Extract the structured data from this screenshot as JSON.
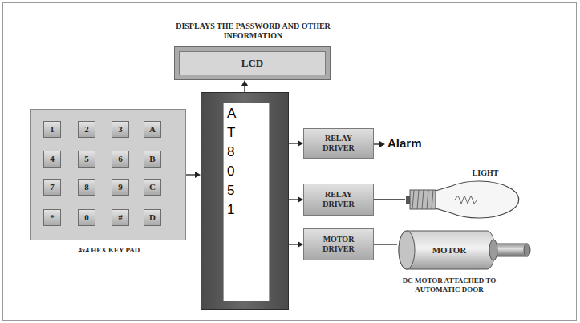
{
  "diagram": {
    "nodes": [
      {
        "text": [
          "DISPLAYS THE PASSWORD AND OTHER INFORMATION",
          "LCD"
        ]
      },
      {
        "text": [
          "4x4 HEX KEY PAD"
        ]
      },
      {
        "text": [
          "1"
        ],
        "in": 1
      },
      {
        "text": [
          "2"
        ],
        "in": 1
      },
      {
        "text": [
          "3"
        ],
        "in": 1
      },
      {
        "text": [
          "A"
        ],
        "in": 1
      },
      {
        "text": [
          "4"
        ],
        "in": 1
      },
      {
        "text": [
          "5"
        ],
        "in": 1
      },
      {
        "text": [
          "6"
        ],
        "in": 1
      },
      {
        "text": [
          "B"
        ],
        "in": 1
      },
      {
        "text": [
          "7"
        ],
        "in": 1
      },
      {
        "text": [
          "8"
        ],
        "in": 1
      },
      {
        "text": [
          "9"
        ],
        "in": 1
      },
      {
        "text": [
          "C"
        ],
        "in": 1
      },
      {
        "text": [
          "*"
        ],
        "in": 1
      },
      {
        "text": [
          "0"
        ],
        "in": 1
      },
      {
        "text": [
          "#"
        ],
        "in": 1
      },
      {
        "text": [
          "D"
        ],
        "in": 1
      },
      {
        "text": [
          "AT8051"
        ]
      },
      {
        "text": [
          "RELAY DRIVER"
        ]
      },
      {
        "text": [
          "RELAY DRIVER"
        ]
      },
      {
        "text": [
          "LIGHT"
        ]
      },
      {
        "text": [
          "MOTOR DRIVER"
        ]
      },
      {
        "text": [
          "MOTOR",
          "DC MOTOR ATTACHED TO AUTOMATIC DOOR"
        ]
      }
    ],
    "edges": [
      {
        "from": 1,
        "to": 18,
        "arrow": "to"
      },
      {
        "from": 18,
        "to": 0,
        "arrow": "to"
      },
      {
        "from": 18,
        "to": 19,
        "arrow": "to"
      },
      {
        "from": 18,
        "to": 20,
        "arrow": "to"
      },
      {
        "from": 18,
        "to": 22,
        "arrow": "to"
      },
      {
        "from": 20,
        "to": 21,
        "arrow": "none"
      },
      {
        "from": 22,
        "to": 23,
        "arrow": "none"
      }
    ],
    "labels": [
      "Alarm"
    ]
  }
}
